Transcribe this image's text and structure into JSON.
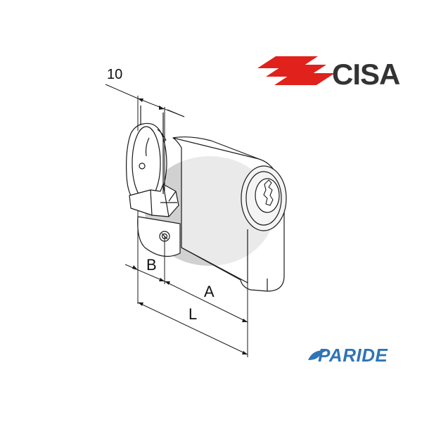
{
  "brand": {
    "name": "CISA",
    "accent_color": "#e0211c",
    "text_color": "#333333"
  },
  "watermark": {
    "name": "PARIDE",
    "color": "#2f74b5"
  },
  "dimensions": {
    "top": "10",
    "b": "B",
    "a": "A",
    "l": "L"
  },
  "icons": {
    "product": "half-cylinder-lock-icon",
    "logo_stripes": "cisa-stripes-icon"
  }
}
